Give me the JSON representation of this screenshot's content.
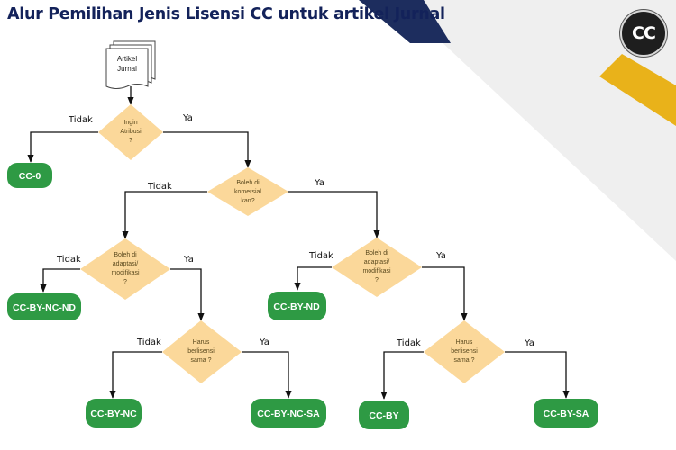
{
  "title": "Alur Pemilihan Jenis Lisensi CC untuk artikel Jurnal",
  "logo": {
    "text": "CC",
    "icon": "creative-commons-icon"
  },
  "colors": {
    "decision_fill": "#fbd89a",
    "outcome_fill": "#2e9a44",
    "outcome_text": "#ffffff",
    "title_color": "#13225a",
    "stripe_navy": "#1d2d5e",
    "stripe_gold": "#e9b21a",
    "stripe_light": "#efefef"
  },
  "start": {
    "line1": "Artikel",
    "line2": "Jurnal"
  },
  "decisions": {
    "attribution": {
      "lines": [
        "Ingin",
        "Atribusi",
        "?"
      ],
      "no_label": "Tidak",
      "yes_label": "Ya"
    },
    "commercial": {
      "lines": [
        "Boleh di",
        "komersial",
        "kan?"
      ],
      "no_label": "Tidak",
      "yes_label": "Ya"
    },
    "adapt_left": {
      "lines": [
        "Boleh di",
        "adaptasi/",
        "modifikasi",
        "?"
      ],
      "no_label": "Tidak",
      "yes_label": "Ya"
    },
    "adapt_right": {
      "lines": [
        "Boleh di",
        "adaptasi/",
        "modifikasi",
        "?"
      ],
      "no_label": "Tidak",
      "yes_label": "Ya"
    },
    "sharealike_left": {
      "lines": [
        "Harus",
        "berlisensi",
        "sama ?"
      ],
      "no_label": "Tidak",
      "yes_label": "Ya"
    },
    "sharealike_right": {
      "lines": [
        "Harus",
        "berlisensi",
        "sama ?"
      ],
      "no_label": "Tidak",
      "yes_label": "Ya"
    }
  },
  "outcomes": {
    "cc0": "CC-0",
    "by_nc_nd": "CC-BY-NC-ND",
    "by_nd": "CC-BY-ND",
    "by_nc": "CC-BY-NC",
    "by_nc_sa": "CC-BY-NC-SA",
    "by": "CC-BY",
    "by_sa": "CC-BY-SA"
  }
}
